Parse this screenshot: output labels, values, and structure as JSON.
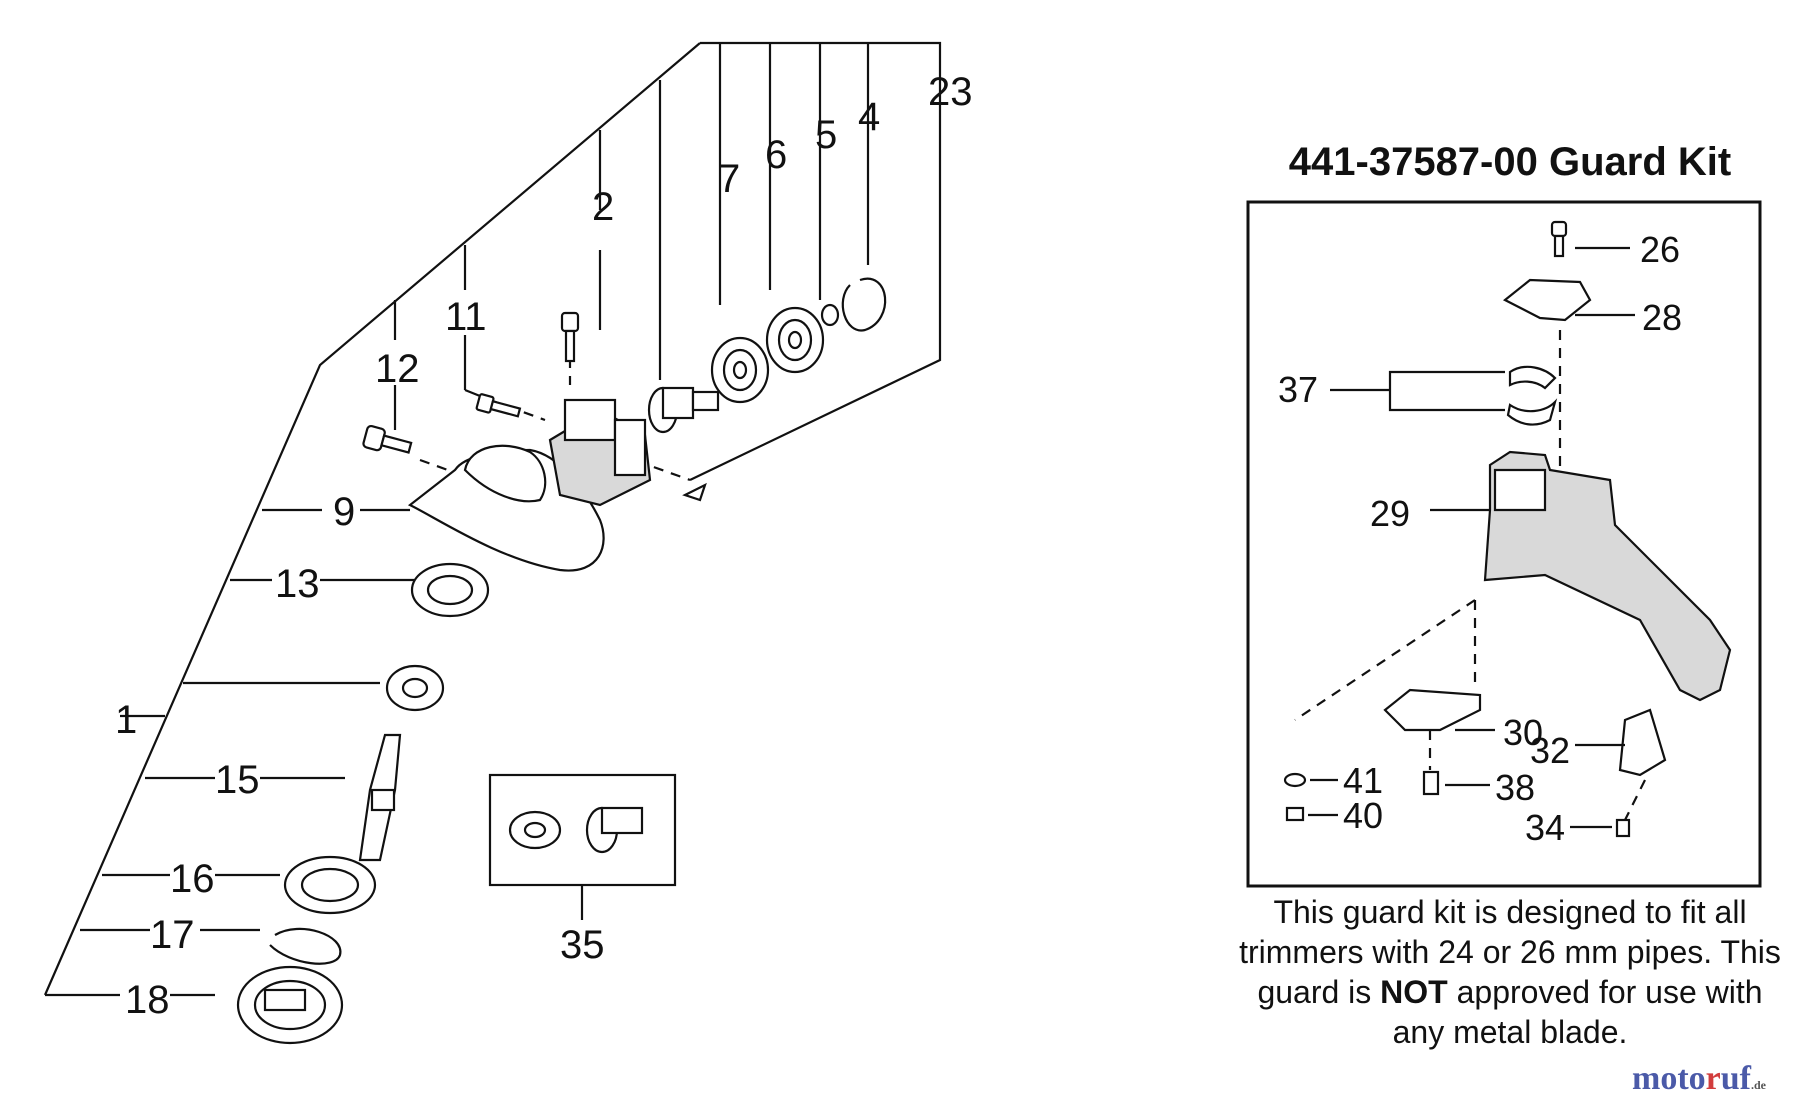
{
  "kit": {
    "title": "441-37587-00 Guard Kit",
    "note_part1": "This guard kit is designed to fit all trimmers with 24 or 26 mm pipes. This guard is ",
    "note_bold": "NOT",
    "note_part2": " approved for use with any metal blade."
  },
  "callouts": {
    "c1": "1",
    "c2": "2",
    "c4": "4",
    "c5": "5",
    "c6": "6",
    "c7": "7",
    "c9": "9",
    "c11": "11",
    "c12": "12",
    "c13": "13",
    "c15": "15",
    "c16": "16",
    "c17": "17",
    "c18": "18",
    "c23": "23",
    "c35": "35",
    "c26": "26",
    "c28": "28",
    "c29": "29",
    "c30": "30",
    "c32": "32",
    "c34": "34",
    "c37": "37",
    "c38": "38",
    "c40": "40",
    "c41": "41"
  },
  "watermark": {
    "part_a": "moto",
    "part_b": "r",
    "part_c": "uf",
    "part_d": ".de"
  }
}
